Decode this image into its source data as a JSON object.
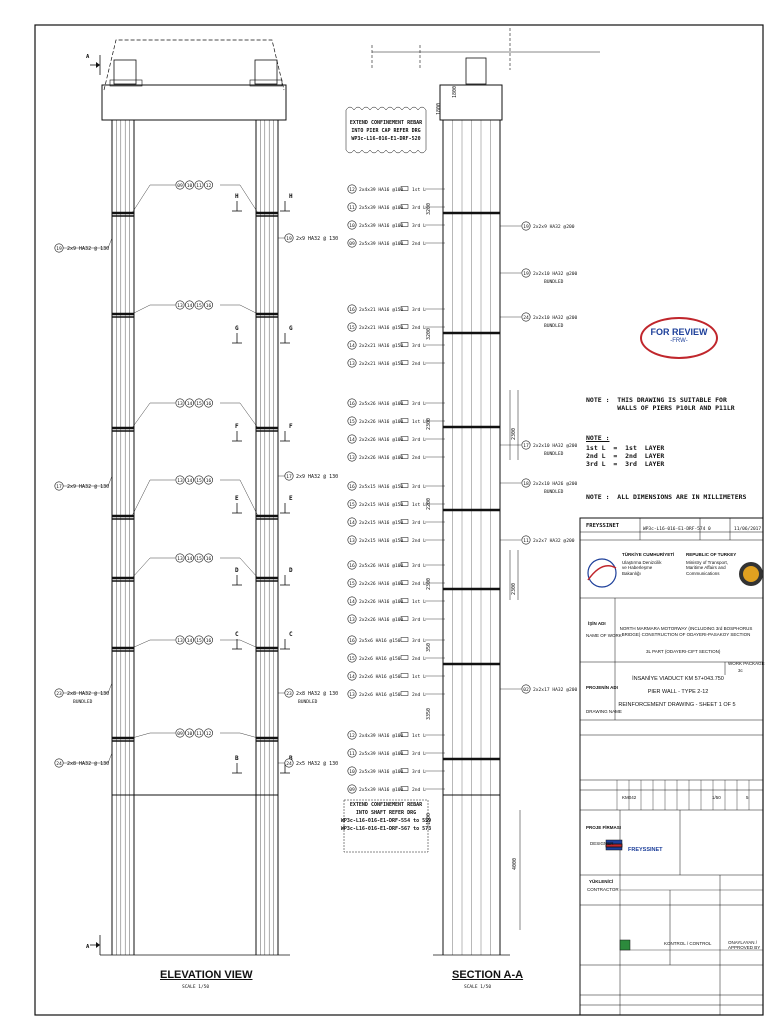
{
  "views": {
    "elevation_title": "ELEVATION VIEW",
    "elevation_scale": "SCALE 1/50",
    "section_title": "SECTION A-A",
    "section_scale": "SCALE 1/50",
    "section_marker": "A"
  },
  "section_cuts": [
    "H",
    "G",
    "F",
    "E",
    "D",
    "C",
    "B"
  ],
  "elevation_callouts_left": [
    {
      "tags": [
        "19"
      ],
      "text": "2x9 HA32 @ 130"
    },
    {
      "tags": [
        "17"
      ],
      "text": "2x9 HA32 @ 130"
    },
    {
      "tags": [
        "23"
      ],
      "text": "2x8 HA32 @ 130",
      "sub": "BUNDLED"
    },
    {
      "tags": [
        "24"
      ],
      "text": "2x8 HA32 @ 130"
    }
  ],
  "elevation_callouts_right": [
    {
      "tags": [
        "19"
      ],
      "text": "2x9 HA32 @ 130"
    },
    {
      "tags": [
        "17"
      ],
      "text": "2x9 HA32 @ 130"
    },
    {
      "tags": [
        "23"
      ],
      "text": "2x8 HA32 @ 130",
      "sub": "BUNDLED"
    },
    {
      "tags": [
        "24"
      ],
      "text": "2x5 HA32 @ 130"
    }
  ],
  "elevation_bubbles": [
    [
      "09",
      "10",
      "11",
      "12"
    ],
    [
      "13",
      "14",
      "15",
      "16"
    ],
    [
      "13",
      "14",
      "15",
      "16"
    ],
    [
      "13",
      "14",
      "15",
      "16"
    ],
    [
      "13",
      "14",
      "15",
      "16"
    ],
    [
      "13",
      "14",
      "15",
      "16"
    ],
    [
      "09",
      "10",
      "11",
      "12"
    ]
  ],
  "section_notes": {
    "top": [
      "EXTEND CONFINEMENT REBAR",
      "INTO PIER CAP REFER DRG",
      "WP3c-L16-016-E1-DRF-520"
    ],
    "bottom": [
      "EXTEND CONFINEMENT REBAR",
      "INTO SHAFT REFER DRG",
      "WP3c-L16-016-E1-DRF-554 to 559",
      "WP3c-L16-016-E1-DRF-567 to 573"
    ]
  },
  "section_groups": [
    [
      {
        "tag": "12",
        "text": "2x4x39 HA16 @100",
        "layer": "1st L"
      },
      {
        "tag": "11",
        "text": "2x5x39 HA16 @100",
        "layer": "3rd L"
      },
      {
        "tag": "10",
        "text": "2x5x39 HA16 @100",
        "layer": "3rd L"
      },
      {
        "tag": "09",
        "text": "2x5x39 HA16 @100",
        "layer": "2nd L"
      }
    ],
    [
      {
        "tag": "16",
        "text": "2x5x21 HA16 @150",
        "layer": "3rd L"
      },
      {
        "tag": "15",
        "text": "2x2x21 HA16 @150",
        "layer": "2nd L"
      },
      {
        "tag": "14",
        "text": "2x2x21 HA16 @150",
        "layer": "3rd L"
      },
      {
        "tag": "13",
        "text": "2x2x21 HA16 @150",
        "layer": "2nd L"
      }
    ],
    [
      {
        "tag": "16",
        "text": "2x5x26 HA16 @100",
        "layer": "3rd L"
      },
      {
        "tag": "15",
        "text": "2x2x26 HA16 @100",
        "layer": "1st L"
      },
      {
        "tag": "14",
        "text": "2x2x26 HA16 @100",
        "layer": "3rd L"
      },
      {
        "tag": "13",
        "text": "2x2x26 HA16 @100",
        "layer": "2nd L"
      }
    ],
    [
      {
        "tag": "16",
        "text": "2x5x15 HA16 @150",
        "layer": "3rd L"
      },
      {
        "tag": "15",
        "text": "2x2x15 HA16 @150",
        "layer": "1st L"
      },
      {
        "tag": "14",
        "text": "2x2x15 HA16 @150",
        "layer": "3rd L"
      },
      {
        "tag": "13",
        "text": "2x2x15 HA16 @150",
        "layer": "2nd L"
      }
    ],
    [
      {
        "tag": "16",
        "text": "2x5x26 HA16 @100",
        "layer": "3rd L"
      },
      {
        "tag": "15",
        "text": "2x2x26 HA16 @100",
        "layer": "2nd L"
      },
      {
        "tag": "14",
        "text": "2x2x26 HA16 @100",
        "layer": "1st L"
      },
      {
        "tag": "13",
        "text": "2x2x26 HA16 @100",
        "layer": "3rd L"
      }
    ],
    [
      {
        "tag": "16",
        "text": "2x5x6 HA16 @150",
        "layer": "3rd L"
      },
      {
        "tag": "15",
        "text": "2x2x6 HA16 @150",
        "layer": "2nd L"
      },
      {
        "tag": "14",
        "text": "2x2x6 HA16 @150",
        "layer": "1st L"
      },
      {
        "tag": "13",
        "text": "2x2x6 HA16 @150",
        "layer": "2nd L"
      }
    ],
    [
      {
        "tag": "12",
        "text": "2x4x39 HA16 @100",
        "layer": "1st L"
      },
      {
        "tag": "11",
        "text": "2x5x39 HA16 @100",
        "layer": "3rd L"
      },
      {
        "tag": "10",
        "text": "2x5x39 HA16 @100",
        "layer": "3rd L"
      },
      {
        "tag": "09",
        "text": "2x5x39 HA16 @100",
        "layer": "2nd L"
      }
    ]
  ],
  "section_right_callouts": [
    {
      "tag": "19",
      "text": "2x2x9 HA32 @200"
    },
    {
      "tag": "19",
      "text": "2x2x10 HA32 @200",
      "sub": "BUNDLED"
    },
    {
      "tag": "24",
      "text": "2x2x10 HA32 @200",
      "sub": "BUNDLED"
    },
    {
      "tag": "17",
      "text": "2x2x10 HA32 @200",
      "sub": "BUNDLED"
    },
    {
      "tag": "18",
      "text": "2x2x10 HA26 @200",
      "sub": "BUNDLED"
    },
    {
      "tag": "11",
      "text": "2x2x7 HA32 @200"
    },
    {
      "tag": "02",
      "text": "2x2x17 HA32 @200"
    }
  ],
  "dimensions": [
    "1800",
    "1800",
    "3200",
    "3200",
    "2300",
    "2300",
    "2200",
    "2300",
    "2300",
    "350",
    "3350",
    "1500",
    "4000"
  ],
  "stamp": {
    "main": "FOR REVIEW",
    "sub": "-FRW-"
  },
  "notes": {
    "note1": "NOTE :  THIS DRAWING IS SUITABLE FOR\n        WALLS OF PIERS P10LR AND P11LR",
    "note2_title": "NOTE :",
    "note2_lines": "1st L  =  1st  LAYER\n2nd L  =  2nd  LAYER\n3rd L  =  3rd  LAYER",
    "note3": "NOTE :  ALL DIMENSIONS ARE IN MILLIMETERS"
  },
  "title_block": {
    "company": "FREYSSINET",
    "drawing_no": "WP3c-L16-016-E1-DRF-574",
    "rev": "0",
    "date": "11/06/2017",
    "client_tr": "TÜRKİYE CUMHURİYETİ",
    "client_tr_2": "Ulaştırma Denizcilik ve Haberleşme Bakanlığı",
    "client_en": "REPUBLIC OF TURKEY",
    "client_en_2": "Ministry of Transport, Maritime Affairs and Communications",
    "project_en": "NORTH MARMARA MOTORWAY (INCLUDING 3rd BOSPHORUS BRIDGE) CONSTRUCTION OF ODAYERI-PASAKOY SECTION",
    "project_sub": "3L PART (ODAYERI-CIFT SECTION)",
    "is_adi": "İŞİN ADI",
    "name_of_work": "NAME OF WORK",
    "title1": "İNSANİYE VIADUCT KM 57+043.750",
    "title2": "PIER WALL - TYPE 2-12",
    "title3": "REINFORCEMENT DRAWING - SHEET 1 OF 5",
    "projenin_adi": "PROJENİN ADI",
    "drawing_name": "DRAWING NAME",
    "work_package": "WORK PACKAGE",
    "work_package_val": "3c",
    "code": "KM042",
    "proje_firmasi": "PROJE FİRMASI",
    "designer": "DESIGNER",
    "freyssinet_logo": "FREYSSINET",
    "yuklenici": "YÜKLENİCİ",
    "contractor": "CONTRACTOR",
    "kontrol": "KONTROL / CONTROL",
    "approved": "ONAYLAYAN / APPROVED BY",
    "scale": "1/50",
    "sheet": "5"
  }
}
